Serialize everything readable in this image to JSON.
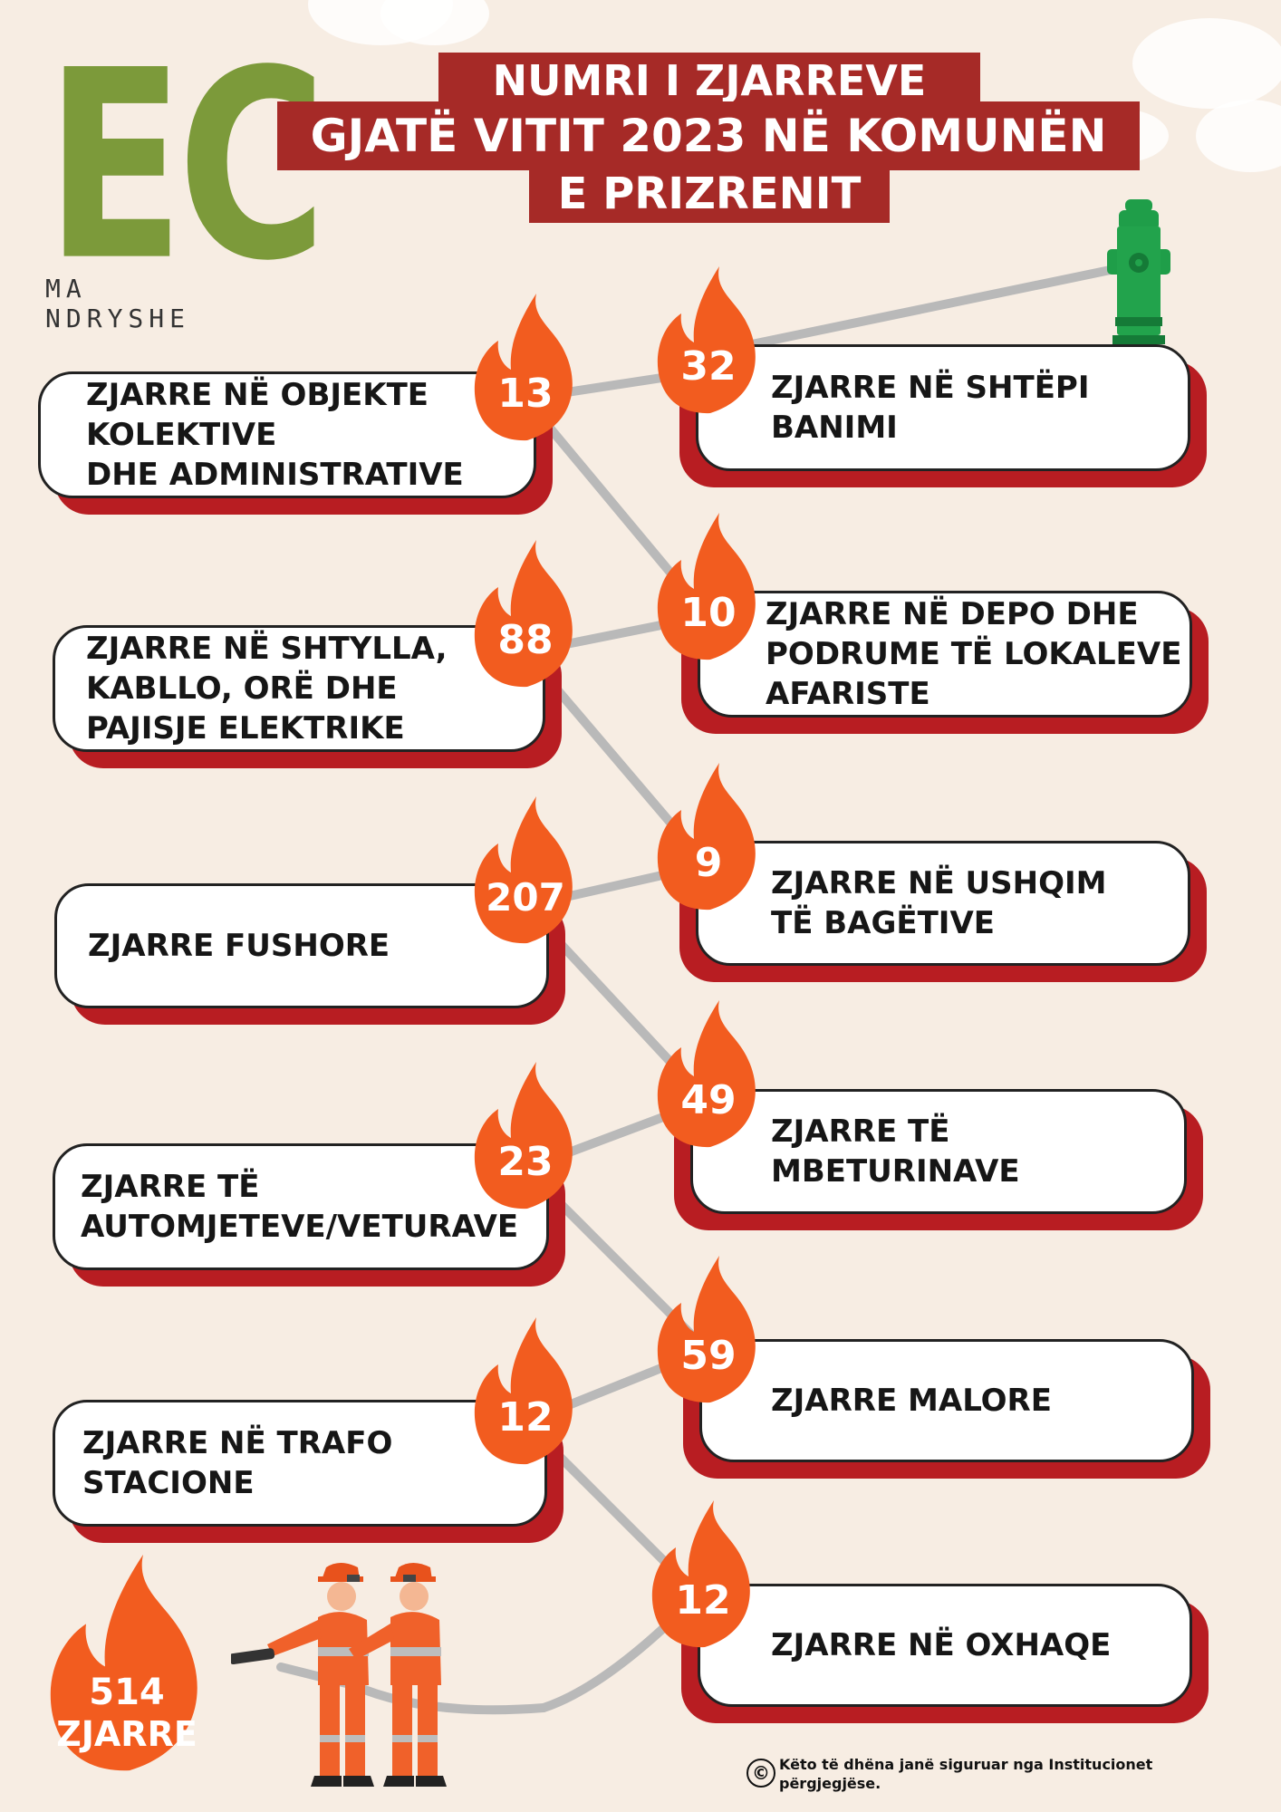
{
  "logo": {
    "letters": "EC",
    "tagline": "MA NDRYSHE",
    "color": "#7c9a3a"
  },
  "title": {
    "line1": "NUMRI I ZJARREVE",
    "line2": "GJATË VITIT 2023 NË KOMUNËN",
    "line3": "E PRIZRENIT",
    "bg_color": "#a62a27"
  },
  "categories": [
    {
      "value": "13",
      "label": "ZJARRE NË OBJEKTE\nKOLEKTIVE\nDHE ADMINISTRATIVE"
    },
    {
      "value": "32",
      "label": "ZJARRE NË SHTËPI\nBANIMI"
    },
    {
      "value": "88",
      "label": "ZJARRE NË SHTYLLA,\nKABLLO, ORË DHE\nPAJISJE ELEKTRIKE"
    },
    {
      "value": "10",
      "label": "ZJARRE NË DEPO DHE\nPODRUME TË LOKALEVE\nAFARISTE"
    },
    {
      "value": "207",
      "label": "ZJARRE FUSHORE"
    },
    {
      "value": "9",
      "label": "ZJARRE NË USHQIM\nTË BAGËTIVE"
    },
    {
      "value": "23",
      "label": "ZJARRE TË\nAUTOMJETEVE/VETURAVE"
    },
    {
      "value": "49",
      "label": "ZJARRE TË\nMBETURINAVE"
    },
    {
      "value": "12",
      "label": "ZJARRE NË TRAFO\nSTACIONE"
    },
    {
      "value": "59",
      "label": "ZJARRE MALORE"
    },
    {
      "value": "12",
      "label": "ZJARRE NË OXHAQE"
    }
  ],
  "total": {
    "number": "514",
    "word": "ZJARRE"
  },
  "credit": {
    "symbol": "©",
    "text": "Këto të dhëna janë siguruar nga Institucionet përgjegjëse."
  },
  "colors": {
    "flame": "#f25c1f",
    "card_shadow": "#b81d22",
    "hose": "#b9b9b9",
    "hydrant": "#1f9e49",
    "background": "#f7ede3"
  },
  "icons": [
    "flame-icon",
    "fire-hydrant-icon",
    "firefighters-illustration",
    "copyright-icon"
  ]
}
